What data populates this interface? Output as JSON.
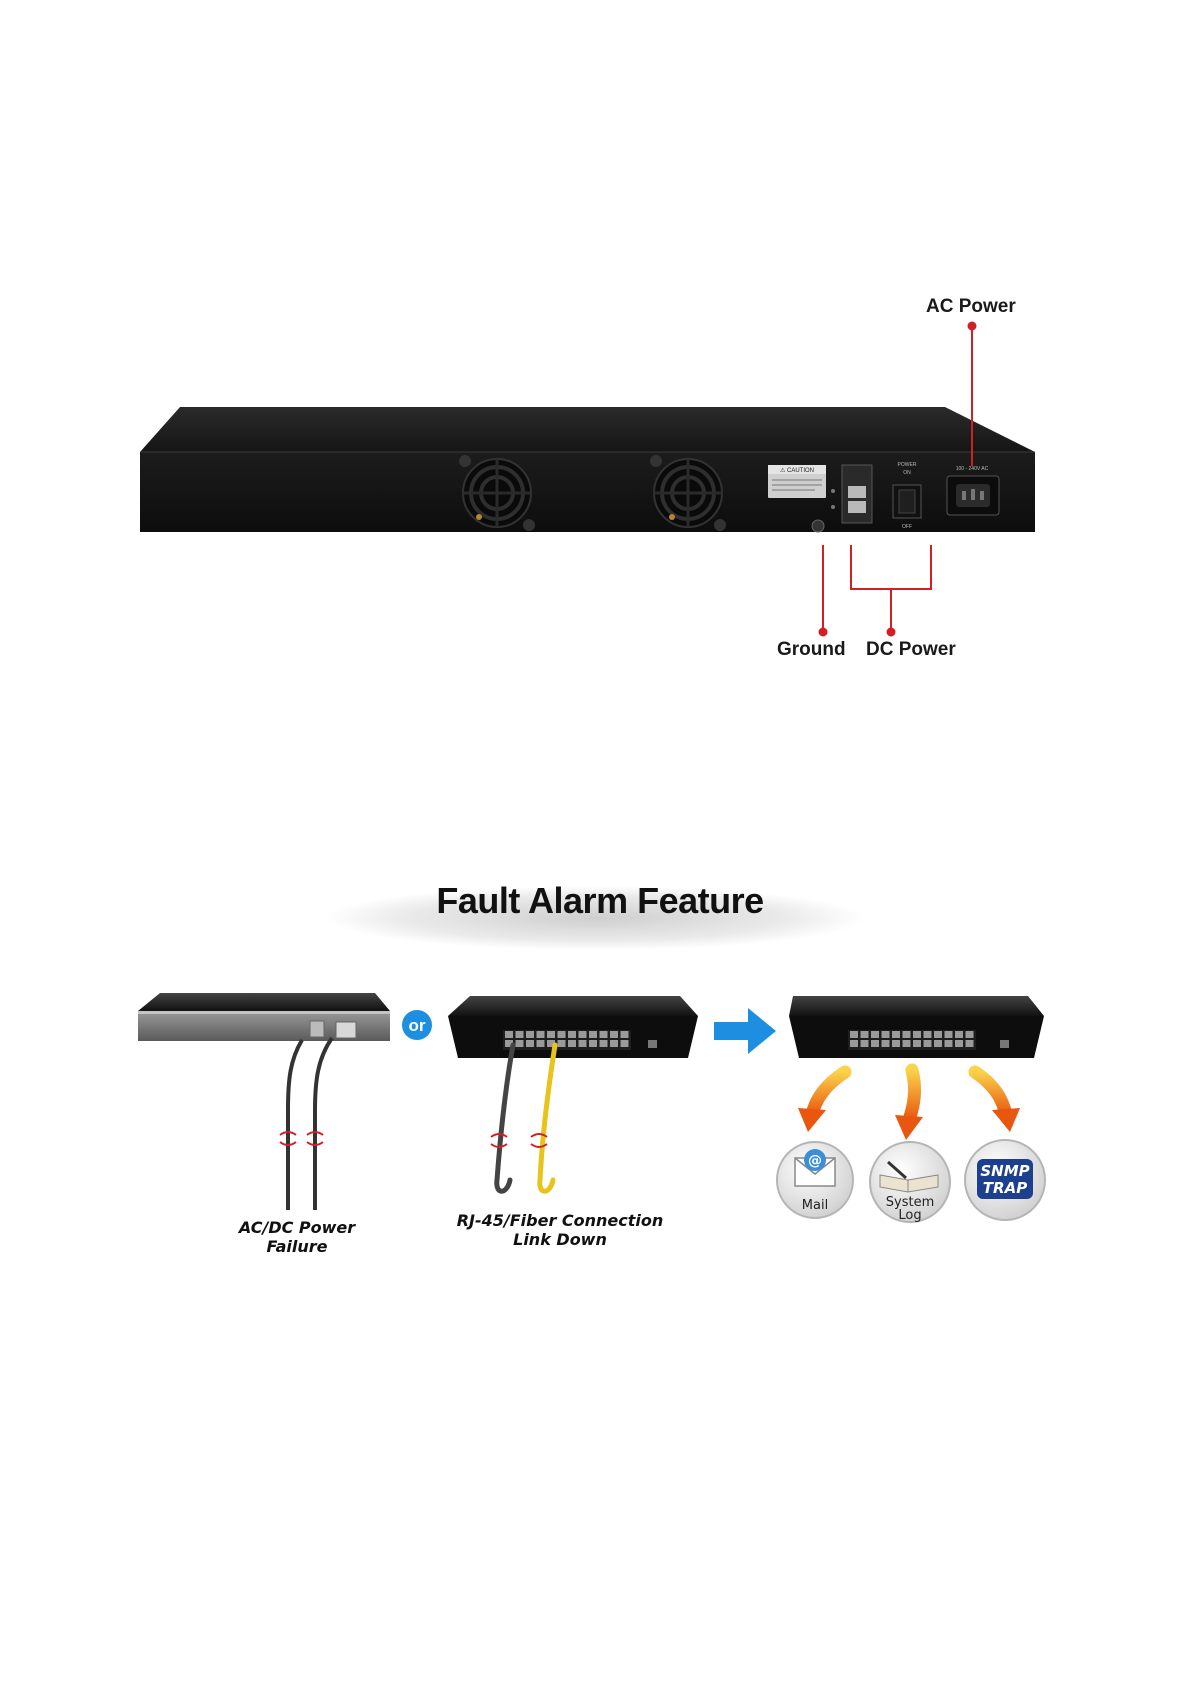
{
  "rear_panel": {
    "callouts": {
      "ac_power": "AC Power",
      "ground": "Ground",
      "dc_power": "DC Power"
    },
    "panel_labels": {
      "caution": "⚠ CAUTION",
      "power": "POWER",
      "on": "ON",
      "off": "OFF",
      "ac_rating": "100 - 240V AC"
    }
  },
  "fault_alarm": {
    "title": "Fault Alarm Feature",
    "or_label": "or",
    "captions": {
      "power_failure_line1": "AC/DC Power",
      "power_failure_line2": "Failure",
      "link_down_line1": "RJ-45/Fiber Connection",
      "link_down_line2": "Link Down"
    },
    "outputs": {
      "mail": "Mail",
      "system_log_line1": "System",
      "system_log_line2": "Log",
      "snmp_line1": "SNMP",
      "snmp_line2": "TRAP"
    },
    "colors": {
      "callout_red": "#d21f26",
      "arrow_blue": "#1e8fe0",
      "orange_arrow": "#f07a12",
      "snmp_badge": "#1d3f8f"
    }
  }
}
